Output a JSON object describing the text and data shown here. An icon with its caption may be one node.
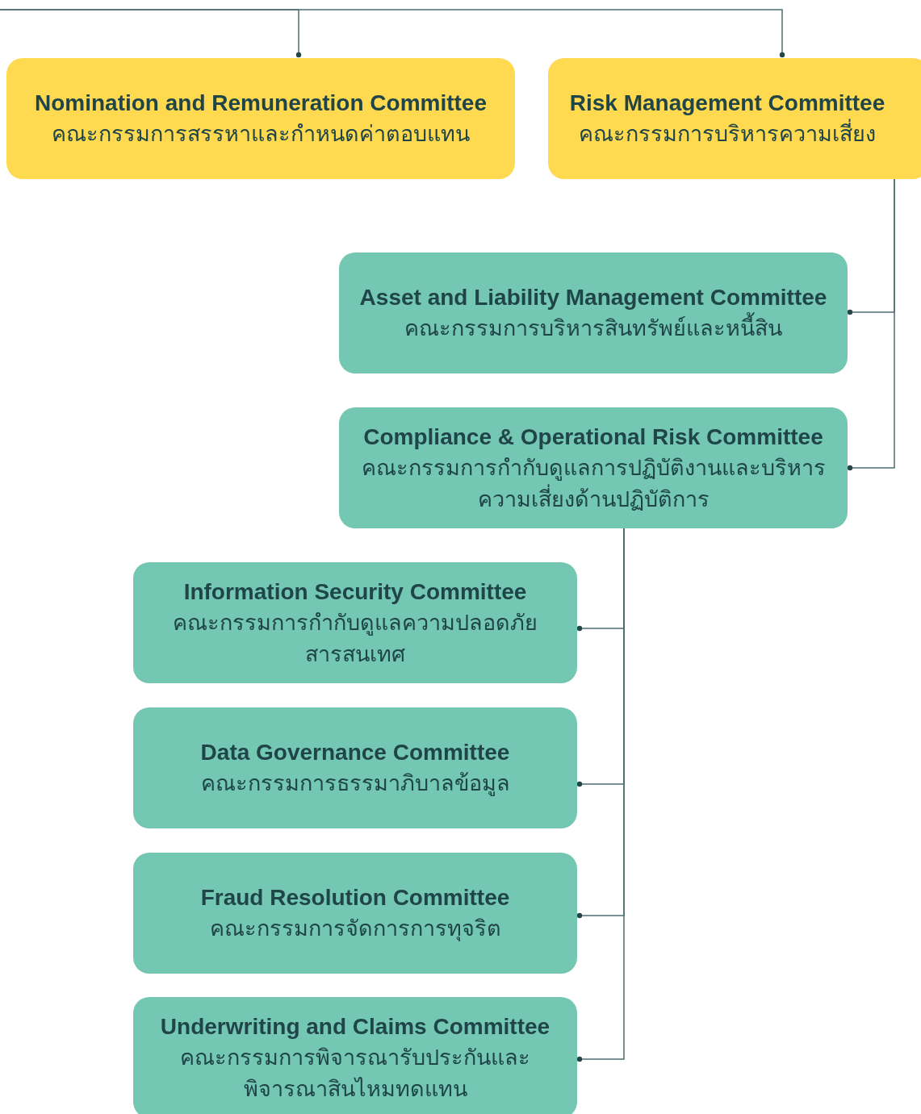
{
  "diagram": {
    "nodes": [
      {
        "text": [
          "Nomination and Remuneration Committee",
          "คณะกรรมการสรรหาและกำหนดค่าตอบแทน"
        ]
      },
      {
        "text": [
          "Risk Management Committee",
          "คณะกรรมการบริหารความเสี่ยง"
        ]
      },
      {
        "text": [
          "Asset and Liability Management Committee",
          "คณะกรรมการบริหารสินทรัพย์และหนี้สิน"
        ]
      },
      {
        "text": [
          "Compliance & Operational Risk Committee",
          "คณะกรรมการกำกับดูแลการปฏิบัติงานและบริหารความเสี่ยงด้านปฏิบัติการ"
        ]
      },
      {
        "text": [
          "Information Security Committee",
          "คณะกรรมการกำกับดูแลความปลอดภัยสารสนเทศ"
        ]
      },
      {
        "text": [
          "Data Governance Committee",
          "คณะกรรมการธรรมาภิบาลข้อมูล"
        ]
      },
      {
        "text": [
          "Fraud Resolution Committee",
          "คณะกรรมการจัดการการทุจริต"
        ]
      },
      {
        "text": [
          "Underwriting and Claims Committee",
          "คณะกรรมการพิจารณารับประกันและพิจารณาสินไหมทดแทน"
        ]
      }
    ],
    "edges": [
      {
        "from": null,
        "to": 0,
        "arrow": "other"
      },
      {
        "from": null,
        "to": 1,
        "arrow": "other"
      },
      {
        "from": 1,
        "to": 2,
        "arrow": "other"
      },
      {
        "from": 1,
        "to": 3,
        "arrow": "other"
      },
      {
        "from": 3,
        "to": 4,
        "arrow": "other"
      },
      {
        "from": 3,
        "to": 5,
        "arrow": "other"
      },
      {
        "from": 3,
        "to": 6,
        "arrow": "other"
      },
      {
        "from": 3,
        "to": 7,
        "arrow": "other"
      }
    ]
  }
}
